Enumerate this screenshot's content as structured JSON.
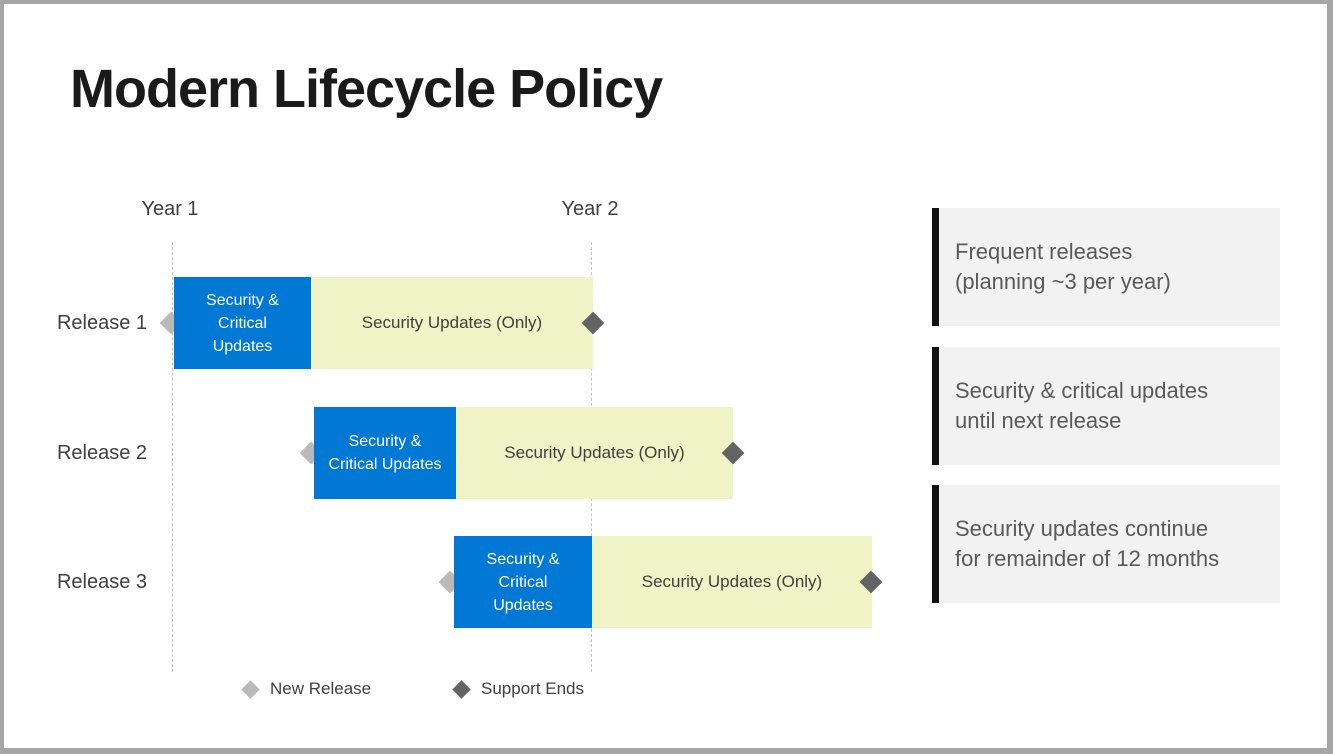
{
  "title": "Modern Lifecycle Policy",
  "timeline": {
    "year1_label": "Year 1",
    "year2_label": "Year 2"
  },
  "releases": [
    {
      "label": "Release 1",
      "critical_label": "Security & Critical Updates",
      "security_label": "Security Updates (Only)"
    },
    {
      "label": "Release 2",
      "critical_label": "Security & Critical Updates",
      "security_label": "Security Updates (Only)"
    },
    {
      "label": "Release 3",
      "critical_label": "Security & Critical Updates",
      "security_label": "Security Updates (Only)"
    }
  ],
  "legend": {
    "new_release_label": "New Release",
    "support_ends_label": "Support Ends"
  },
  "callouts": [
    {
      "lines": [
        "Frequent releases",
        "(planning ~3 per year)"
      ]
    },
    {
      "lines": [
        "Security & critical updates",
        "until next release"
      ]
    },
    {
      "lines": [
        "Security updates continue",
        "for remainder of 12 months"
      ]
    }
  ],
  "colors": {
    "critical_bar_blue": "#0078d4",
    "security_bar_yellow": "#eff3c5",
    "new_release_diamond": "#b9b9b9",
    "support_ends_diamond": "#636363",
    "callout_background": "#f2f2f2",
    "callout_accent_bar": "#111111",
    "frame_border": "#a6a6a6",
    "text_dark": "#404040",
    "callout_text": "#595959"
  }
}
